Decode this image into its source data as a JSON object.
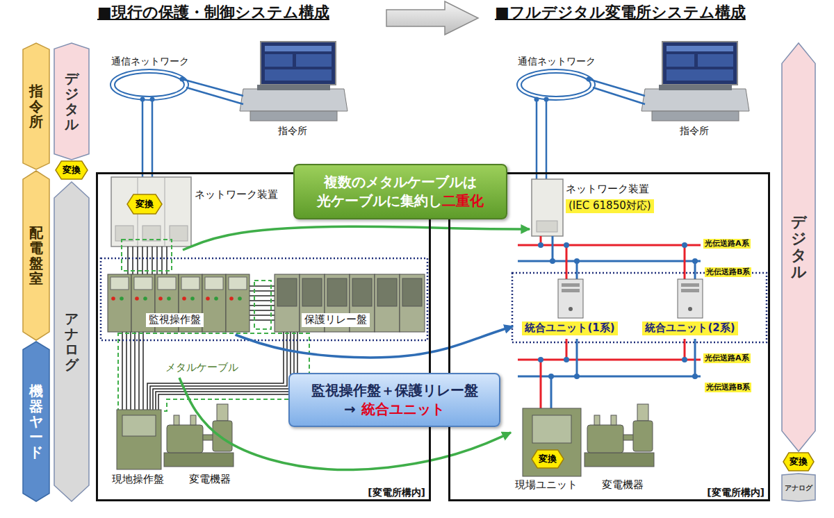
{
  "diagram": {
    "nodes": [
      {
        "text": [
          "指令所"
        ]
      },
      {
        "text": [
          "配電盤室"
        ]
      },
      {
        "text": [
          "機器ヤード"
        ]
      },
      {
        "text": [
          "デジタル"
        ]
      },
      {
        "text": [
          "変換"
        ]
      },
      {
        "text": [
          "アナログ"
        ]
      },
      {
        "text": [
          "複数のメタルケーブルは",
          "光ケーブルに集約し",
          "二重化"
        ]
      },
      {
        "text": [
          "[変電所構内]"
        ]
      },
      {
        "text": [
          "ネットワーク装置"
        ],
        "in": 7
      },
      {
        "text": [
          "変換"
        ],
        "in": 8
      },
      {
        "text": [
          "監視操作盤"
        ],
        "in": 7
      },
      {
        "text": [
          "保護リレー盤"
        ],
        "in": 7
      },
      {
        "text": [
          "メタルケーブル"
        ],
        "in": 7
      },
      {
        "text": [
          "現地操作盤"
        ],
        "in": 7
      },
      {
        "text": [
          "監視操作盤＋保護リレー盤",
          "→",
          "統合ユニット"
        ]
      },
      {
        "text": [
          "[変電所構内]"
        ]
      },
      {
        "text": [
          "ネットワーク装置",
          "(IEC 61850対応)"
        ],
        "in": 15
      },
      {
        "text": [
          "統合ユニット(1系)"
        ],
        "in": 15
      },
      {
        "text": [
          "統合ユニット(2系)"
        ],
        "in": 15
      },
      {
        "text": [
          "現場ユニット"
        ],
        "in": 15
      },
      {
        "text": [
          "変換"
        ],
        "in": 19
      },
      {
        "text": [
          "デジタル"
        ]
      },
      {
        "text": [
          "変換"
        ]
      },
      {
        "text": [
          "アナログ"
        ]
      }
    ],
    "edges": [
      {
        "from": 8,
        "to": 16,
        "arrow": "to"
      },
      {
        "from": 10,
        "to": 17,
        "arrow": "to"
      },
      {
        "from": 12,
        "to": 19,
        "arrow": "to"
      }
    ],
    "labels": [
      "■現行の保護・制御システム構成",
      "■フルデジタル変電所システム構成",
      "通信ネットワーク",
      "指令所",
      "通信ネットワーク",
      "指令所",
      "変電機器",
      "光伝送路A系",
      "光伝送路B系",
      "光伝送路A系",
      "光伝送路B系",
      "変電機器"
    ]
  }
}
